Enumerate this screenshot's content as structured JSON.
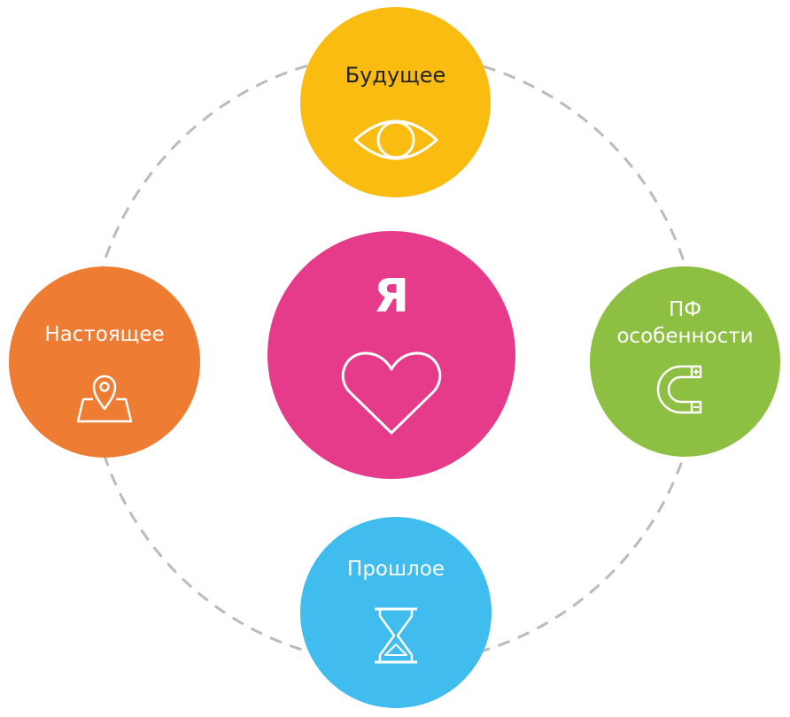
{
  "ring": {
    "stroke": "#bbbbbb",
    "dash": "dashed"
  },
  "nodes": {
    "future": {
      "label": "Будущее",
      "color": "#fbbc12",
      "text_color": "#222222",
      "icon": "eye-icon"
    },
    "present": {
      "label": "Настоящее",
      "color": "#ee7d33",
      "text_color": "#ffffff",
      "icon": "map-pin-icon"
    },
    "center": {
      "label": "Я",
      "color": "#e63b8b",
      "text_color": "#ffffff",
      "icon": "heart-icon"
    },
    "features": {
      "label": "ПФ\nособенности",
      "color": "#8dbf42",
      "text_color": "#ffffff",
      "icon": "magnet-icon"
    },
    "past": {
      "label": "Прошлое",
      "color": "#41bcee",
      "text_color": "#ffffff",
      "icon": "hourglass-icon"
    }
  }
}
